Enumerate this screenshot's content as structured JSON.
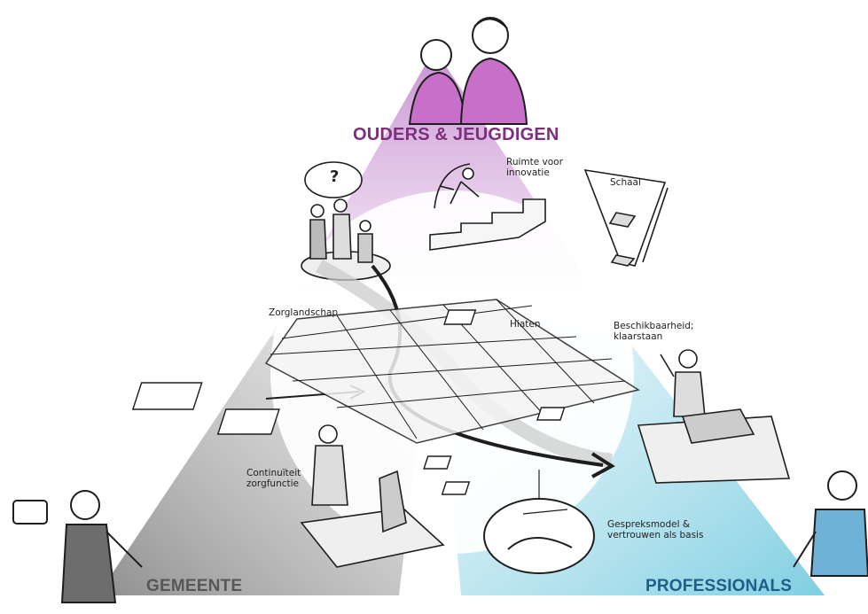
{
  "corners": {
    "top": "OUDERS & JEUGDIGEN",
    "left": "GEMEENTE",
    "right": "PROFESSIONALS"
  },
  "annotations": {
    "innovation": [
      "Ruimte voor",
      "innovatie"
    ],
    "scale": "Schaal",
    "landscape": "Zorglandschap",
    "gaps": "Hiaten",
    "availability": [
      "Beschikbaarheid;",
      "klaarstaan"
    ],
    "continuity": [
      "Continuïteit",
      "zorgfunctie"
    ],
    "conversation": [
      "Gespreksmodel &",
      "vertrouwen als basis"
    ],
    "thought_bubble": "?"
  },
  "colors": {
    "top": "#7b2f7d",
    "top_fill": "#c79ad0",
    "left": "#575757",
    "left_fill": "#9a9a9a",
    "right": "#1f5e86",
    "right_fill": "#8fd0e0",
    "ink": "#1e1e1e"
  }
}
